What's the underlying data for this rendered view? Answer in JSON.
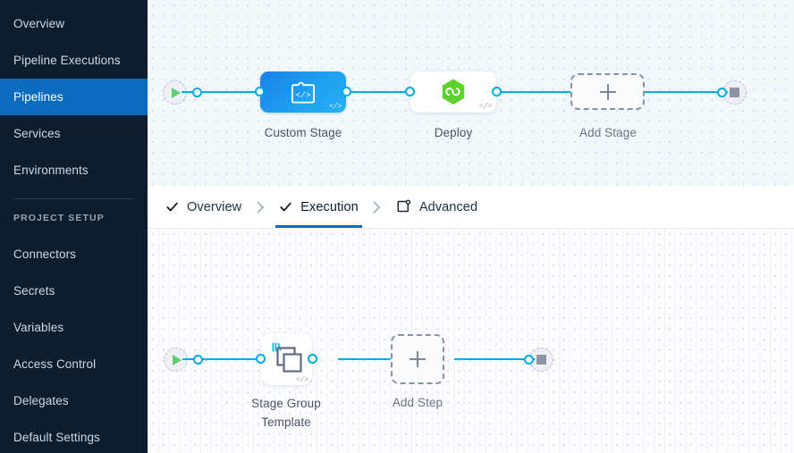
{
  "sidebar": {
    "items": [
      {
        "label": "Overview",
        "active": false
      },
      {
        "label": "Pipeline Executions",
        "active": false
      },
      {
        "label": "Pipelines",
        "active": true
      },
      {
        "label": "Services",
        "active": false
      },
      {
        "label": "Environments",
        "active": false
      }
    ],
    "section_title": "PROJECT SETUP",
    "setup_items": [
      {
        "label": "Connectors"
      },
      {
        "label": "Secrets"
      },
      {
        "label": "Variables"
      },
      {
        "label": "Access Control"
      },
      {
        "label": "Delegates"
      },
      {
        "label": "Default Settings"
      }
    ],
    "active_color": "#0d6bbf",
    "background_color": "#0b1d2e"
  },
  "tabs": [
    {
      "label": "Overview",
      "icon": "check-icon",
      "active": false
    },
    {
      "label": "Execution",
      "icon": "check-icon",
      "active": true
    },
    {
      "label": "Advanced",
      "icon": "advanced-settings-icon",
      "active": false
    }
  ],
  "tab_separator_icon": "chevron-right-icon",
  "stage_canvas": {
    "start_node": {
      "icon": "play-icon",
      "color": "#5fcb72"
    },
    "end_node": {
      "icon": "stop-icon",
      "color": "#8f93a8"
    },
    "nodes": [
      {
        "label": "Custom Stage",
        "icon": "custom-stage-code-icon",
        "type": "stage",
        "badge": "</>",
        "color": "#1a82e8"
      },
      {
        "label": "Deploy",
        "icon": "deploy-hexagon-infinity-icon",
        "type": "stage",
        "badge": "</>",
        "color": "#5bd32a"
      },
      {
        "label": "Add Stage",
        "icon": "plus-icon",
        "type": "add"
      }
    ]
  },
  "execution_canvas": {
    "start_node": {
      "icon": "play-icon",
      "color": "#5fcb72"
    },
    "end_node": {
      "icon": "stop-icon",
      "color": "#8f93a8"
    },
    "nodes": [
      {
        "label": "Stage Group\nTemplate",
        "icon": "stacked-squares-template-icon",
        "type": "step",
        "badge": "</>"
      },
      {
        "label": "Add Step",
        "icon": "plus-icon",
        "type": "add"
      }
    ]
  },
  "colors": {
    "edge": "#00ade4",
    "port_stroke": "#00ade4",
    "canvas_top_bg": "#f2f9fd",
    "canvas_bottom_bg": "#fdfdff",
    "label_text": "#4b5563"
  }
}
